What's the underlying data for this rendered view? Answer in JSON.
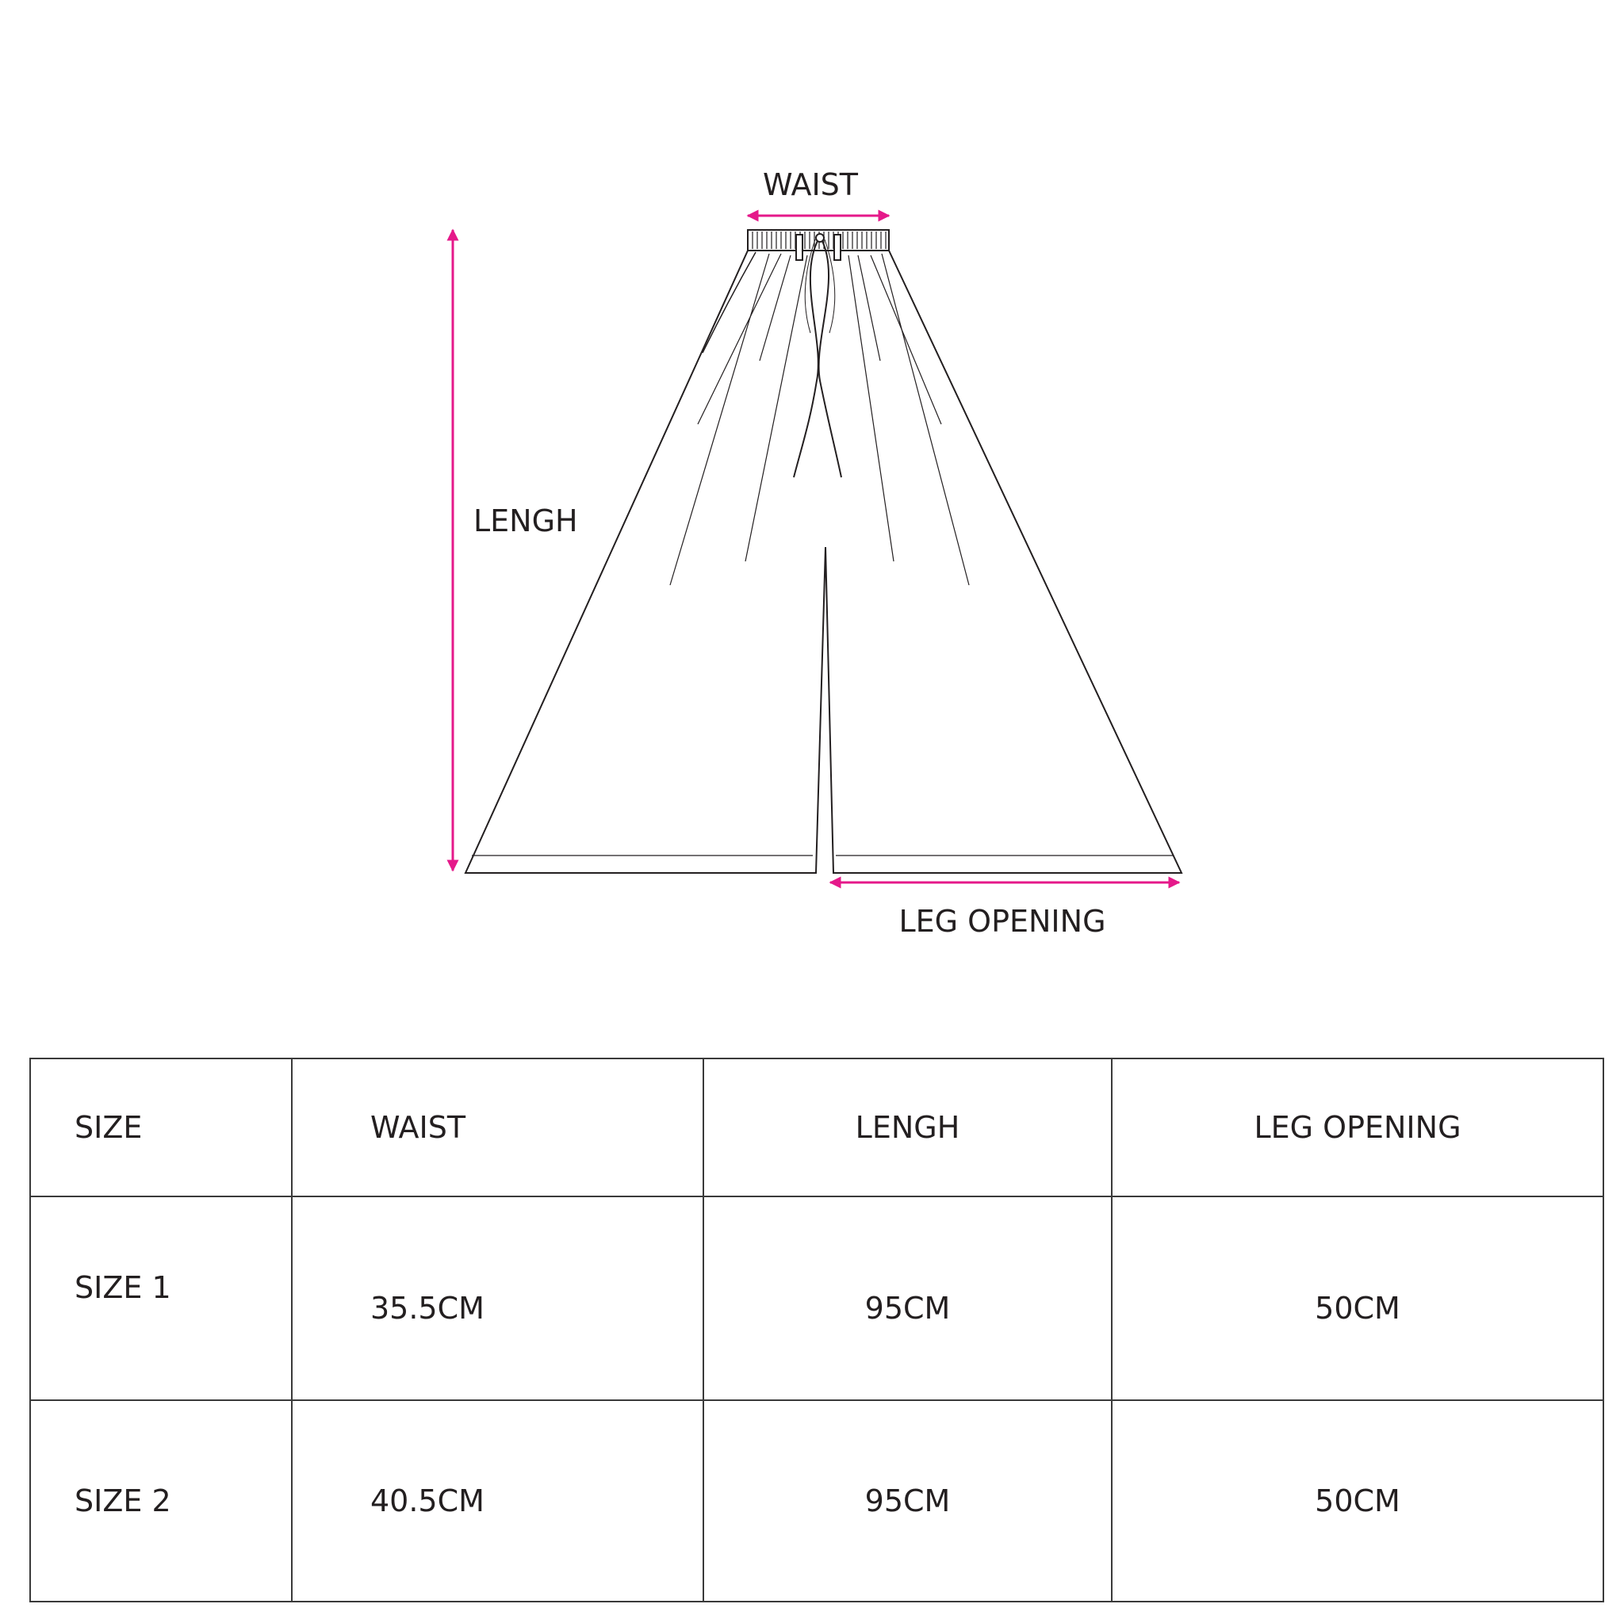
{
  "diagram": {
    "waist_label": "WAIST",
    "length_label": "LENGH",
    "leg_opening_label": "LEG OPENING",
    "arrow_color": "#e5198a",
    "line_color": "#231f20"
  },
  "table": {
    "headers": [
      "SIZE",
      "WAIST",
      "LENGH",
      "LEG OPENING"
    ],
    "rows": [
      [
        "SIZE 1",
        "35.5CM",
        "95CM",
        "50CM"
      ],
      [
        "SIZE 2",
        "40.5CM",
        "95CM",
        "50CM"
      ]
    ]
  }
}
